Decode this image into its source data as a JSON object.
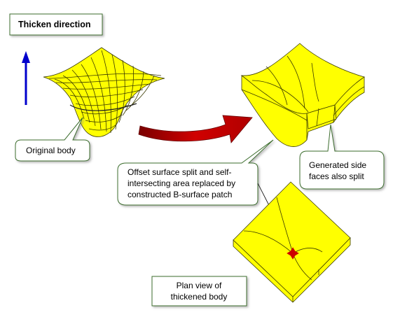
{
  "title_box": {
    "text": "Thicken direction"
  },
  "callouts": {
    "original_body": "Original body",
    "offset_surface": [
      "Offset surface split and self-",
      "intersecting area replaced by",
      "constructed B-surface patch"
    ],
    "side_faces": [
      "Generated side",
      "faces also split"
    ],
    "plan_view": [
      "Plan view of",
      "thickened body"
    ]
  },
  "colors": {
    "surface_fill": "#ffff00",
    "surface_stroke": "#3a3a00",
    "box_border": "#3d6e2e",
    "direction_arrow": "#0000cc",
    "transform_arrow": "#c00000",
    "marker": "#cc0000"
  },
  "icons": {
    "direction_arrow": "arrow-up",
    "transform_arrow": "curved-arrow-right"
  }
}
